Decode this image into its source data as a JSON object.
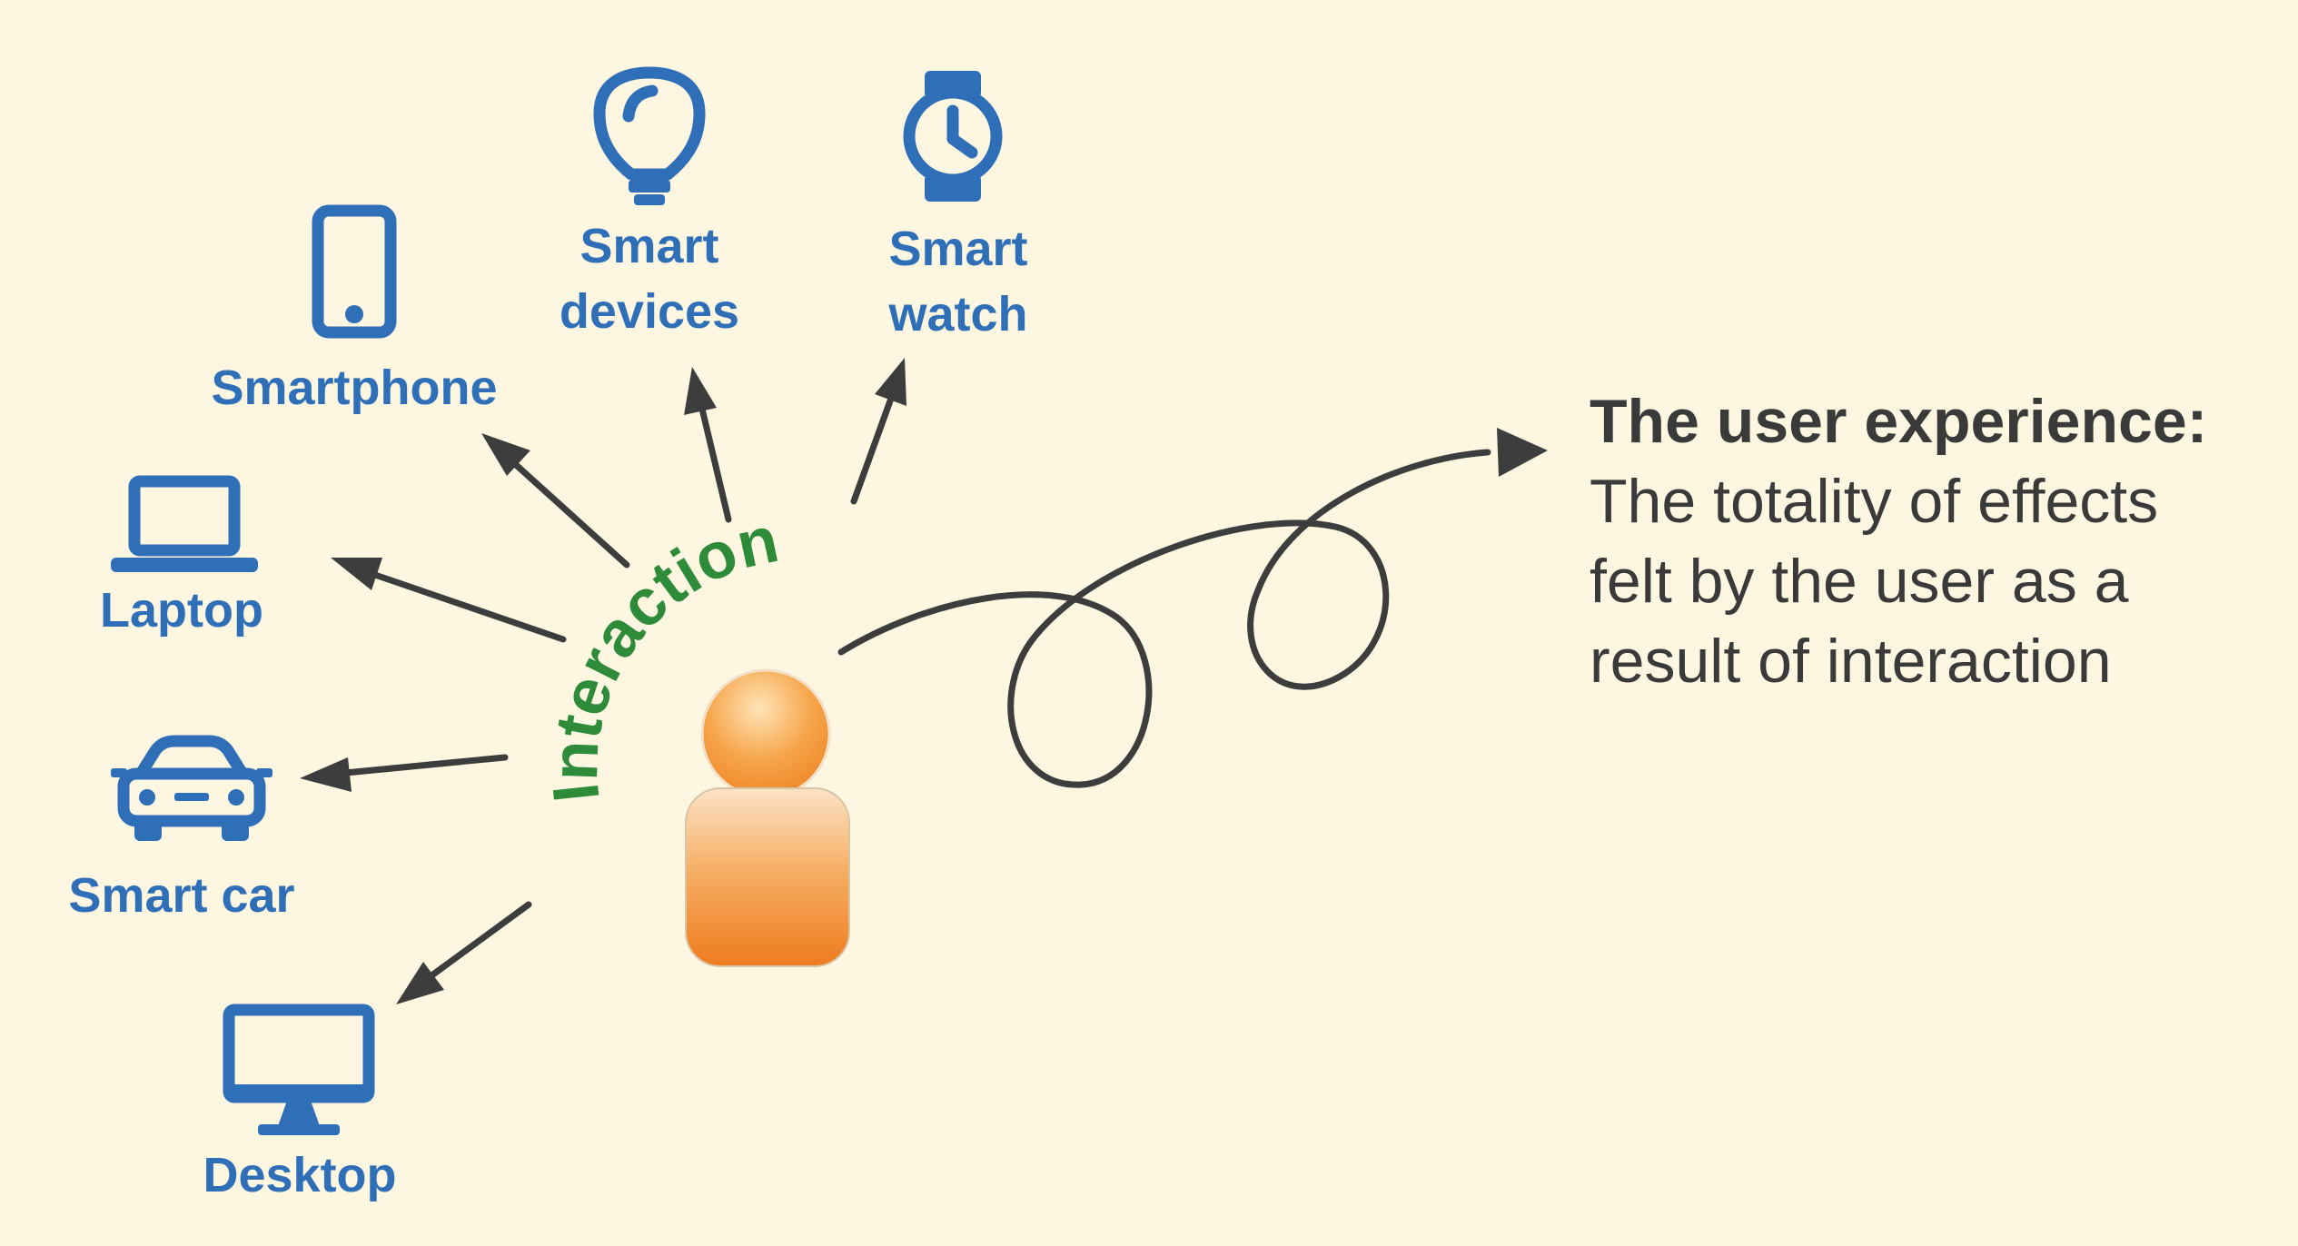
{
  "devices": {
    "smartphone": {
      "label": "Smartphone",
      "icon": "smartphone-icon"
    },
    "smart_devices": {
      "lines": [
        "Smart",
        "devices"
      ],
      "icon": "lightbulb-icon"
    },
    "smart_watch": {
      "lines": [
        "Smart",
        "watch"
      ],
      "icon": "watch-icon"
    },
    "laptop": {
      "label": "Laptop",
      "icon": "laptop-icon"
    },
    "smart_car": {
      "label": "Smart car",
      "icon": "car-icon"
    },
    "desktop": {
      "label": "Desktop",
      "icon": "desktop-icon"
    }
  },
  "user": {
    "icon": "user-figure-icon"
  },
  "interaction_label": "Interaction",
  "ux": {
    "title": "The user experience:",
    "description_lines": [
      "The totality of effects",
      "felt by the user as a",
      "result of interaction"
    ]
  },
  "colors": {
    "background": "#FDF6E0",
    "device_blue": "#2F6FB8",
    "interaction_green": "#2E8B3A",
    "arrow_dark": "#3D3D3D",
    "user_orange": "#F08A2A",
    "text_dark": "#3A3A3A"
  }
}
